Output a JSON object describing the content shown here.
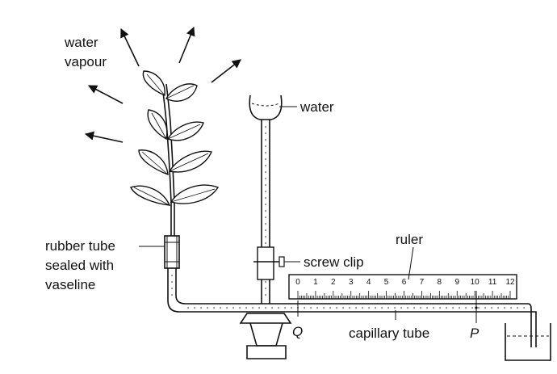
{
  "labels": {
    "water_vapour_line1": "water",
    "water_vapour_line2": "vapour",
    "water": "water",
    "rubber_tube_line1": "rubber tube",
    "rubber_tube_line2": "sealed with",
    "rubber_tube_line3": "vaseline",
    "screw_clip": "screw clip",
    "ruler": "ruler",
    "capillary_tube": "capillary tube",
    "point_q": "Q",
    "point_p": "P"
  },
  "ruler_scale": [
    "0",
    "1",
    "2",
    "3",
    "4",
    "5",
    "6",
    "7",
    "8",
    "9",
    "10",
    "11",
    "12"
  ]
}
